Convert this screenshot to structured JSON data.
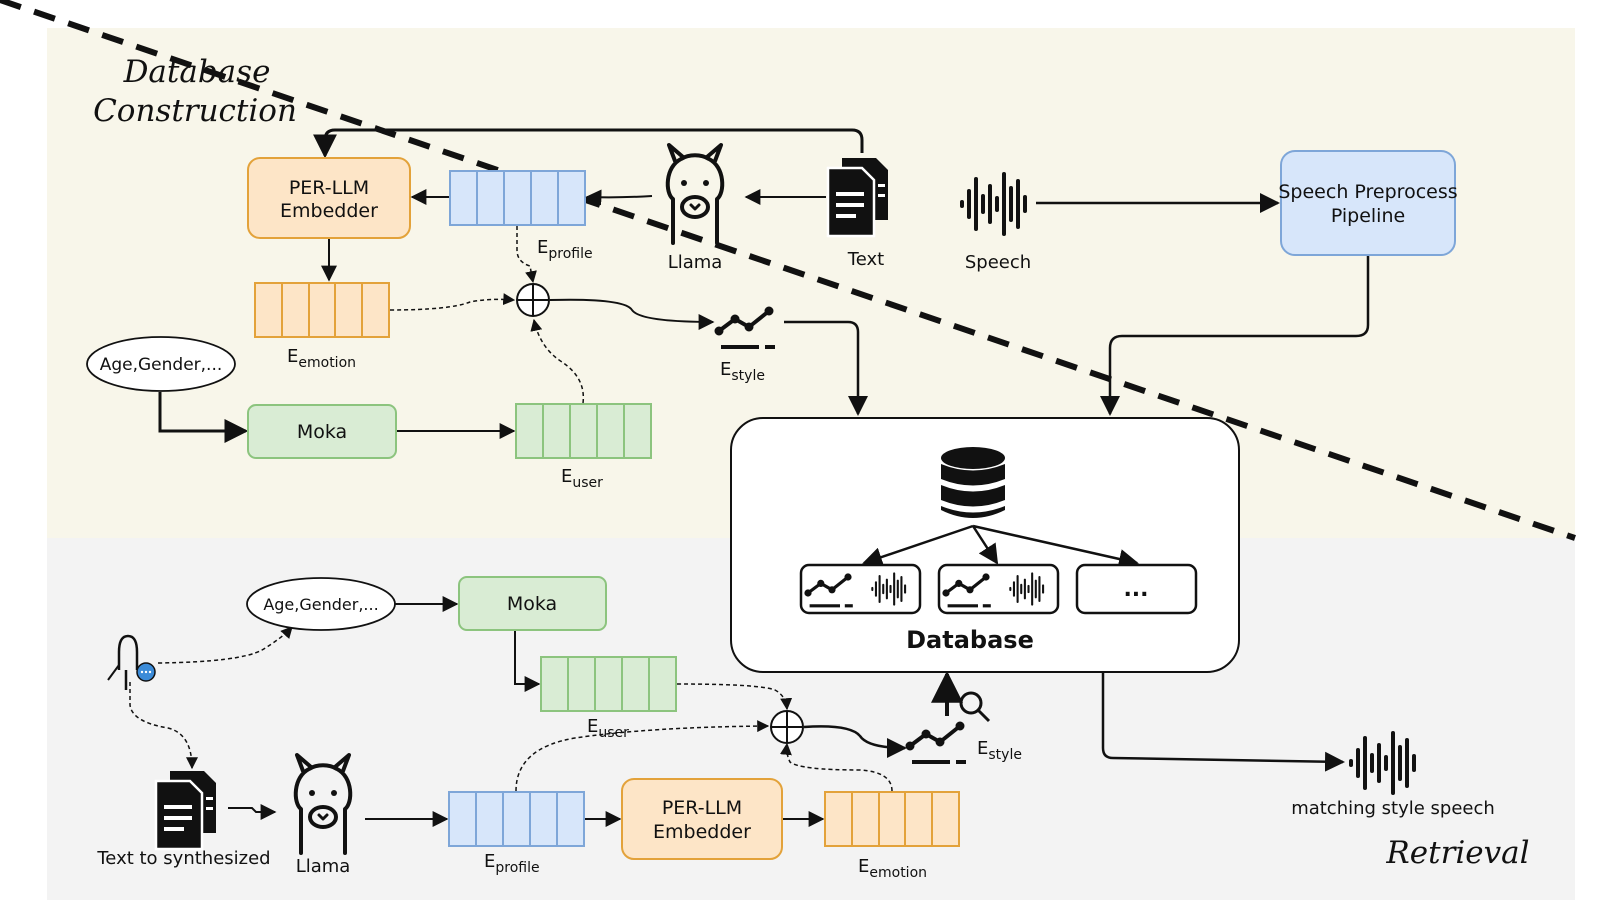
{
  "sections": {
    "construction_title_line1": "Database",
    "construction_title_line2": "Construction",
    "retrieval_title": "Retrieval"
  },
  "construction": {
    "per_llm_line1": "PER-LLM",
    "per_llm_line2": "Embedder",
    "moka": "Moka",
    "attributes": "Age,Gender,...",
    "llama": "Llama",
    "text": "Text",
    "speech": "Speech",
    "preprocess_line1": "Speech Preprocess",
    "preprocess_line2": "Pipeline",
    "e_profile": {
      "base": "E",
      "sub": "profile"
    },
    "e_emotion": {
      "base": "E",
      "sub": "emotion"
    },
    "e_user": {
      "base": "E",
      "sub": "user"
    },
    "e_style": {
      "base": "E",
      "sub": "style"
    }
  },
  "database": {
    "label": "Database",
    "more": "..."
  },
  "retrieval": {
    "attributes": "Age,Gender,...",
    "moka": "Moka",
    "text_to_synth": "Text to synthesized",
    "llama": "Llama",
    "per_llm_line1": "PER-LLM",
    "per_llm_line2": "Embedder",
    "matching": "matching style speech",
    "e_profile": {
      "base": "E",
      "sub": "profile"
    },
    "e_emotion": {
      "base": "E",
      "sub": "emotion"
    },
    "e_user": {
      "base": "E",
      "sub": "user"
    },
    "e_style": {
      "base": "E",
      "sub": "style"
    }
  },
  "colors": {
    "construction_bg": "#f8f6ea",
    "retrieval_bg": "#f3f3f3",
    "orange_fill": "#fde5c7",
    "orange_stroke": "#e3a23a",
    "blue_fill": "#d7e6fa",
    "blue_stroke": "#7ea6d8",
    "green_fill": "#d9ecd4",
    "green_stroke": "#8cc47e",
    "accent_blue": "#3b8bd8"
  }
}
